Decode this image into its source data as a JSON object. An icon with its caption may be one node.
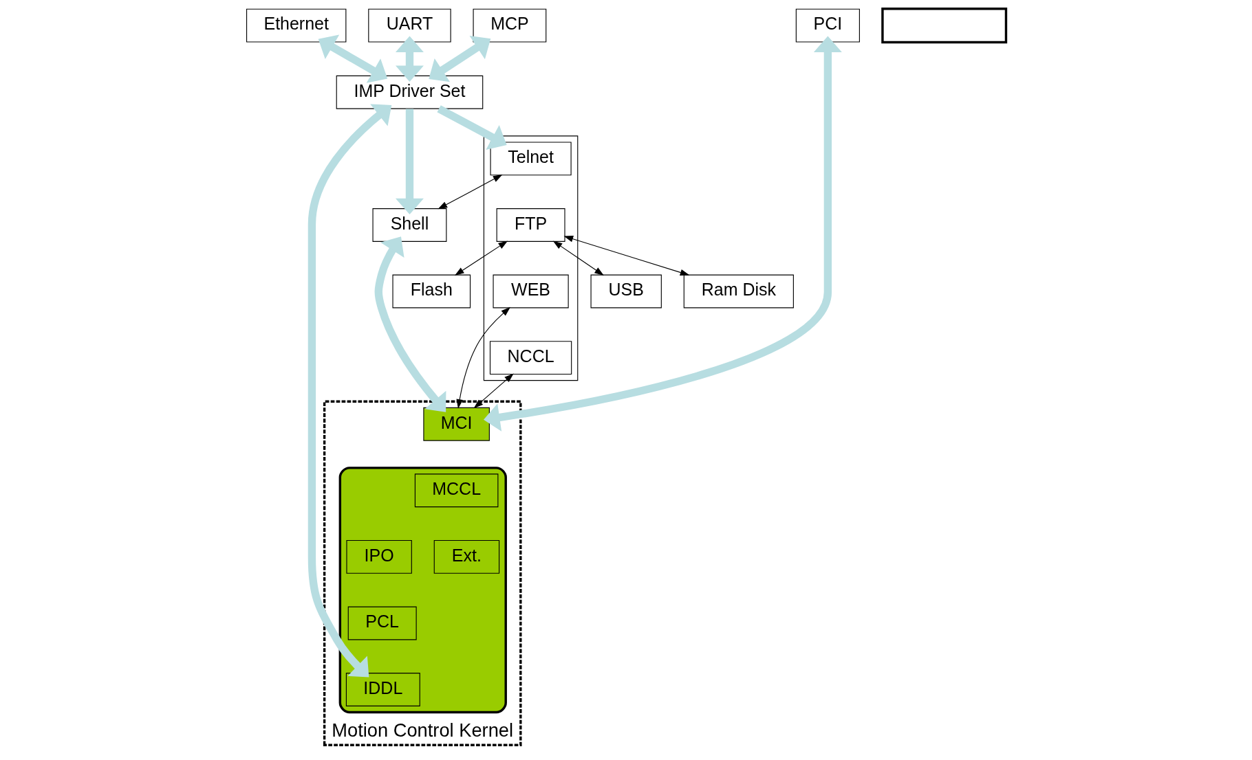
{
  "diagram": {
    "nodes": [
      {
        "text": [
          "Ethernet"
        ]
      },
      {
        "text": [
          "UART"
        ]
      },
      {
        "text": [
          "PCI"
        ]
      },
      {
        "text": [
          "MCP"
        ]
      },
      {
        "text": [
          "IMP Driver Set"
        ]
      },
      {
        "text": [
          "USB"
        ]
      },
      {
        "text": [
          "Ram Disk"
        ]
      },
      {
        "text": [
          "Flash"
        ]
      },
      {
        "text": [],
        "shape": "box"
      },
      {
        "text": [
          "Telnet"
        ],
        "in": 8
      },
      {
        "text": [
          "FTP"
        ],
        "in": 8
      },
      {
        "text": [
          "WEB"
        ],
        "in": 8
      },
      {
        "text": [
          "NCCL"
        ],
        "in": 8
      },
      {
        "text": [
          "Shell"
        ]
      },
      {
        "text": [
          "Motion Control Kernel"
        ]
      },
      {
        "text": [
          "MCI"
        ],
        "in": 14
      },
      {
        "text": [],
        "shape": "box",
        "in": 14
      },
      {
        "text": [
          "MCCL"
        ],
        "in": 16
      },
      {
        "text": [
          "IPO"
        ],
        "in": 16
      },
      {
        "text": [
          "Ext."
        ],
        "in": 16
      },
      {
        "text": [
          "PCL"
        ],
        "in": 16
      },
      {
        "text": [
          "IDDL"
        ],
        "in": 16
      },
      {
        "text": [],
        "shape": "box"
      }
    ],
    "edges": [
      {
        "from": 0,
        "to": 4,
        "arrow": "both"
      },
      {
        "from": 1,
        "to": 4,
        "arrow": "both"
      },
      {
        "from": 2,
        "to": 15,
        "arrow": "both"
      },
      {
        "from": 3,
        "to": 4,
        "arrow": "both"
      },
      {
        "from": 4,
        "to": 9,
        "arrow": "to"
      },
      {
        "from": 4,
        "to": 13,
        "arrow": "to"
      },
      {
        "from": 13,
        "to": 15,
        "arrow": "both"
      },
      {
        "from": 4,
        "to": 21,
        "arrow": "both"
      },
      {
        "from": 9,
        "to": 13,
        "arrow": "both",
        "color": "#000000"
      },
      {
        "from": 10,
        "to": 5,
        "arrow": "both",
        "color": "#000000"
      },
      {
        "from": 10,
        "to": 6,
        "arrow": "both",
        "color": "#000000"
      },
      {
        "from": 10,
        "to": 7,
        "arrow": "both",
        "color": "#000000"
      },
      {
        "from": 11,
        "to": 15,
        "arrow": "both",
        "color": "#000000"
      },
      {
        "from": 12,
        "to": 15,
        "arrow": "both",
        "color": "#000000"
      }
    ]
  }
}
